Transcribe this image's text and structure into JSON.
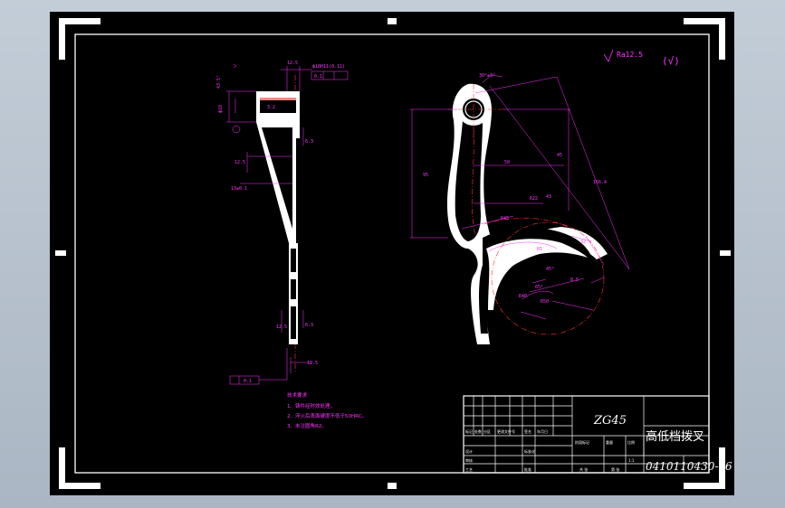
{
  "roughness": {
    "symbol": "Ra12.5",
    "suffix": "(√)"
  },
  "title_block": {
    "material": "ZG45",
    "part_name": "高低档拨叉",
    "drawing_no": "0410110430-06"
  },
  "colors": {
    "background": "#000000",
    "outline": "#ffffff",
    "dimension": "#ff33ff",
    "centerline": "#ff3333",
    "window": "#b4bfcb"
  }
}
